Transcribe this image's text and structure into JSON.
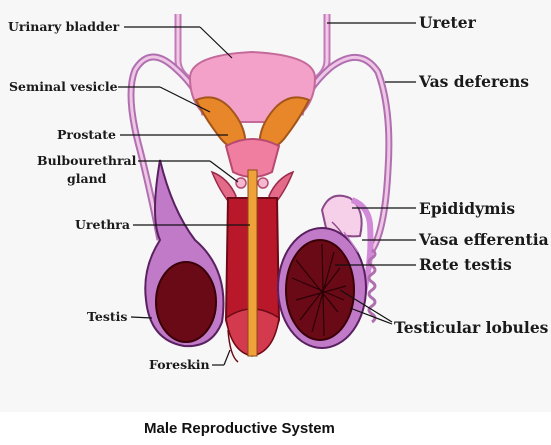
{
  "labels": {
    "urinary_bladder": "Urinary bladder",
    "seminal_vesicle": "Seminal vesicle",
    "prostate": "Prostate",
    "bulbourethral": "Bulbourethral",
    "gland": "gland",
    "urethra": "Urethra",
    "testis": "Testis",
    "foreskin": "Foreskin",
    "ureter": "Ureter",
    "vas_deferens": "Vas deferens",
    "epididymis": "Epididymis",
    "vasa_efferentia": "Vasa efferentia",
    "rete_testis": "Rete testis",
    "testicular_lobules": "Testicular lobules"
  },
  "caption": "Male Reproductive System",
  "colors": {
    "bladder": "#f3a1c8",
    "vas": "#d8a0d0",
    "vesicle": "#e8862a",
    "prostate": "#f07ea0",
    "erectile": "#b8182a",
    "urethra": "#f0a23a",
    "testis_outer": "#c07ac8",
    "testis_inner": "#6a0a16",
    "line": "#111111"
  }
}
